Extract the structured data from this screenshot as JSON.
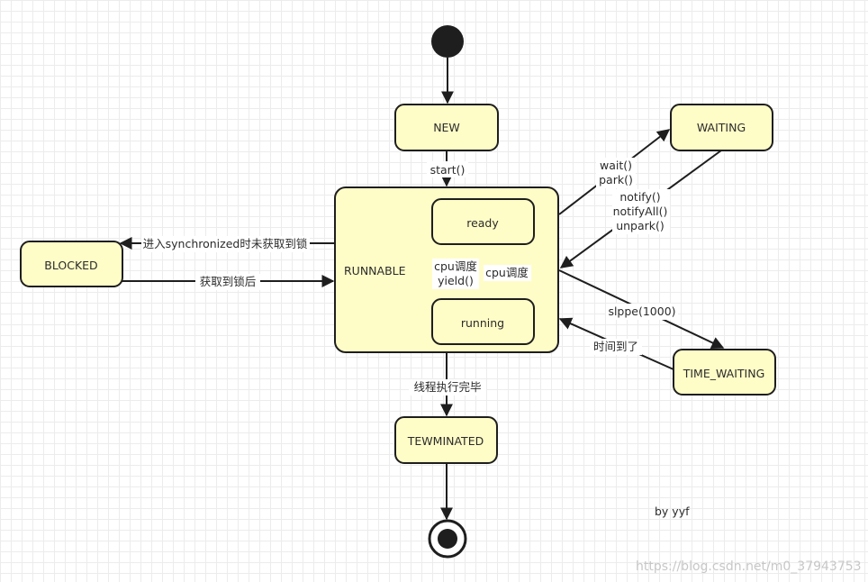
{
  "states": {
    "new": "NEW",
    "runnable": "RUNNABLE",
    "ready": "ready",
    "running": "running",
    "blocked": "BLOCKED",
    "waiting": "WAITING",
    "time_waiting": "TIME_WAITING",
    "terminated": "TEWMINATED"
  },
  "transitions": {
    "start": "start()",
    "blocked_in": "进入synchronized时未获取到锁",
    "blocked_out": "获取到锁后",
    "wait": [
      "wait()",
      "park()"
    ],
    "notify": [
      "notify()",
      "notifyAll()",
      "unpark()"
    ],
    "sleep": "slppe(1000)",
    "time_up": "时间到了",
    "cpu_yield": [
      "cpu调度",
      "yield()"
    ],
    "cpu_schedule": "cpu调度",
    "finished": "线程执行完毕"
  },
  "author_note": "by yyf",
  "watermark": "https://blog.csdn.net/m0_37943753",
  "colors": {
    "state_fill": "#fffdc7",
    "stroke": "#1e1e1e",
    "grid": "#ececec"
  }
}
